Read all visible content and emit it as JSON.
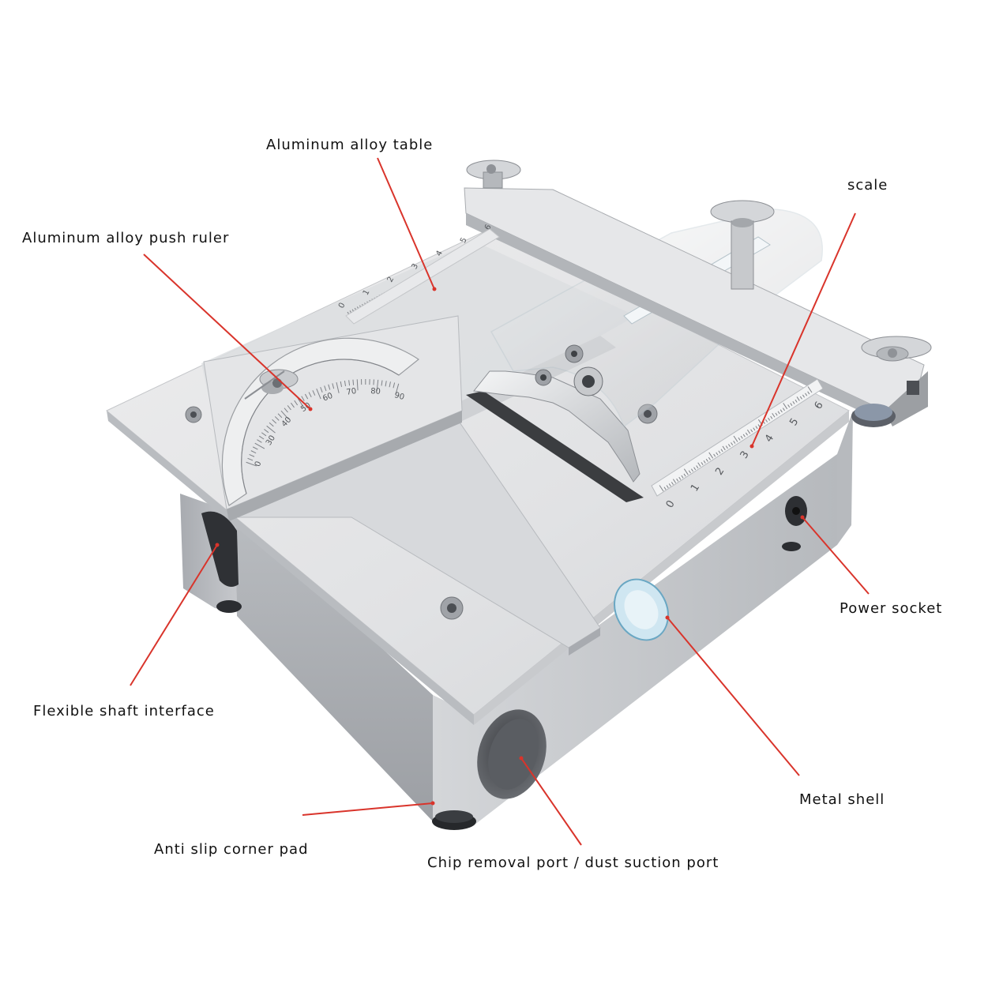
{
  "labels": {
    "aluminum_alloy_table": "Aluminum alloy table",
    "aluminum_alloy_push_ruler": "Aluminum alloy push ruler",
    "scale": "scale",
    "power_socket": "Power socket",
    "flexible_shaft_interface": "Flexible shaft interface",
    "metal_shell": "Metal shell",
    "anti_slip_corner_pad": "Anti slip corner pad",
    "chip_removal_port": "Chip removal port / dust suction port"
  },
  "protractor_marks": [
    "0",
    "30",
    "40",
    "50",
    "60",
    "70",
    "80",
    "90"
  ],
  "front_scale_marks": [
    "0",
    "1",
    "2",
    "3",
    "4",
    "5",
    "6"
  ],
  "rear_scale_marks": [
    "0",
    "1",
    "2",
    "3",
    "4",
    "5",
    "6"
  ],
  "colors": {
    "callout_line": "#d9342b",
    "aluminum_light": "#e9eaec",
    "aluminum_mid": "#c9cbce",
    "aluminum_dark": "#a4a7ab",
    "acrylic_guard": "#eef3f6",
    "background": "#ffffff",
    "label_text": "#111111"
  }
}
